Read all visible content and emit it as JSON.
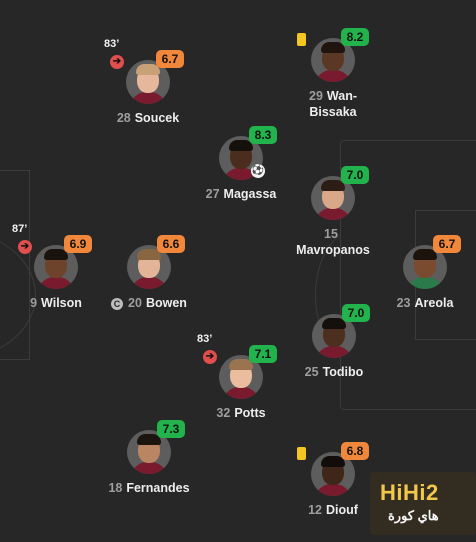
{
  "players": [
    {
      "id": "soucek",
      "number": "28",
      "name": "Soucek",
      "rating": "6.7",
      "rating_color": "orange",
      "sub_minute": "83’",
      "subbed_off": true
    },
    {
      "id": "wan-bissaka",
      "number": "29",
      "name": "Wan-",
      "name2": "Bissaka",
      "rating": "8.2",
      "rating_color": "green",
      "yellow_card": true
    },
    {
      "id": "magassa",
      "number": "27",
      "name": "Magassa",
      "rating": "8.3",
      "rating_color": "green",
      "goal": true
    },
    {
      "id": "mavropanos",
      "number": "15",
      "name": "Mavropanos",
      "rating": "7.0",
      "rating_color": "green"
    },
    {
      "id": "wilson",
      "number": "9",
      "name": "Wilson",
      "rating": "6.9",
      "rating_color": "orange",
      "sub_minute": "87’",
      "subbed_off": true
    },
    {
      "id": "bowen",
      "number": "20",
      "name": "Bowen",
      "rating": "6.6",
      "rating_color": "orange",
      "captain": true
    },
    {
      "id": "areola",
      "number": "23",
      "name": "Areola",
      "rating": "6.7",
      "rating_color": "orange"
    },
    {
      "id": "todibo",
      "number": "25",
      "name": "Todibo",
      "rating": "7.0",
      "rating_color": "green"
    },
    {
      "id": "potts",
      "number": "32",
      "name": "Potts",
      "rating": "7.1",
      "rating_color": "green",
      "sub_minute": "83’",
      "subbed_off": true
    },
    {
      "id": "fernandes",
      "number": "18",
      "name": "Fernandes",
      "rating": "7.3",
      "rating_color": "green"
    },
    {
      "id": "diouf",
      "number": "12",
      "name": "Diouf",
      "rating": "6.8",
      "rating_color": "orange",
      "yellow_card": true
    }
  ],
  "icons": {
    "sub_off": "arrow-left-circle-icon",
    "yellow_card": "yellow-card-icon",
    "goal": "football-icon",
    "captain": "captain-icon",
    "captain_letter": "C"
  },
  "colors": {
    "background": "#282828",
    "green": "#22b34c",
    "orange": "#f1873b",
    "sub_red": "#e04e4e",
    "yellow": "#f3c622"
  },
  "watermark": {
    "brand": "HiHi2",
    "sub": "هاي كورة"
  }
}
